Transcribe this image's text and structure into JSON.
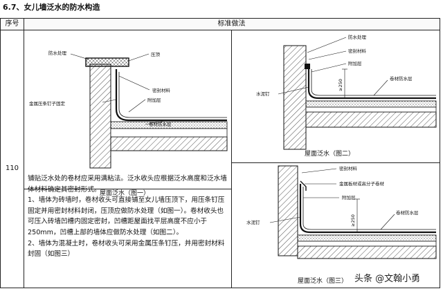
{
  "title": "6.7、女儿墙泛水的防水构造",
  "table": {
    "header_seq": "序号",
    "header_std": "标准做法",
    "row_seq": "110"
  },
  "fig1": {
    "caption": "屋面泛水（图一）",
    "labels": {
      "waterproof": "防水处理",
      "coping": "压顶",
      "sealant": "密封材料",
      "metal_strip": "金属压条钉子固定",
      "extra_layer": "附加层",
      "membrane": "卷材防水层"
    }
  },
  "fig2": {
    "caption": "屋面泛水（图二）",
    "labels": {
      "waterproof": "防水处理",
      "sealant": "密封材料",
      "extra_layer": "附加层",
      "nail": "水泥钉",
      "dim": "≥250",
      "membrane": "卷材防水层"
    }
  },
  "fig3": {
    "caption": "屋面泛水（图三）",
    "labels": {
      "sealant": "密封材料",
      "metal_strip": "金属板材或高分子卷材",
      "extra_layer": "附加层",
      "nail": "水泥钉",
      "dim": "≥250",
      "membrane": "卷材防水层"
    }
  },
  "description": [
    "铺贴泛水处的卷材应采用满粘法。泛水收头应根据泛水高度和泛水墙体材料确定其密封形式。",
    "1、墙体为砖墙时，卷材收头可直接铺至女儿墙压顶下，用压条钉压固定并用密封材料封闭，压顶应做防水处理（如图一）。卷材收头也可压入砖墙凹槽内固定密封，凹槽距屋面找平层高度不应小于250mm，凹槽上部的墙体应做防水处理（如图二）。",
    "2、墙体为混凝土时，卷材收头可采用金属压条钉压，并用密封材料封固（如图三）"
  ],
  "watermark": "头条 @文翰小勇"
}
